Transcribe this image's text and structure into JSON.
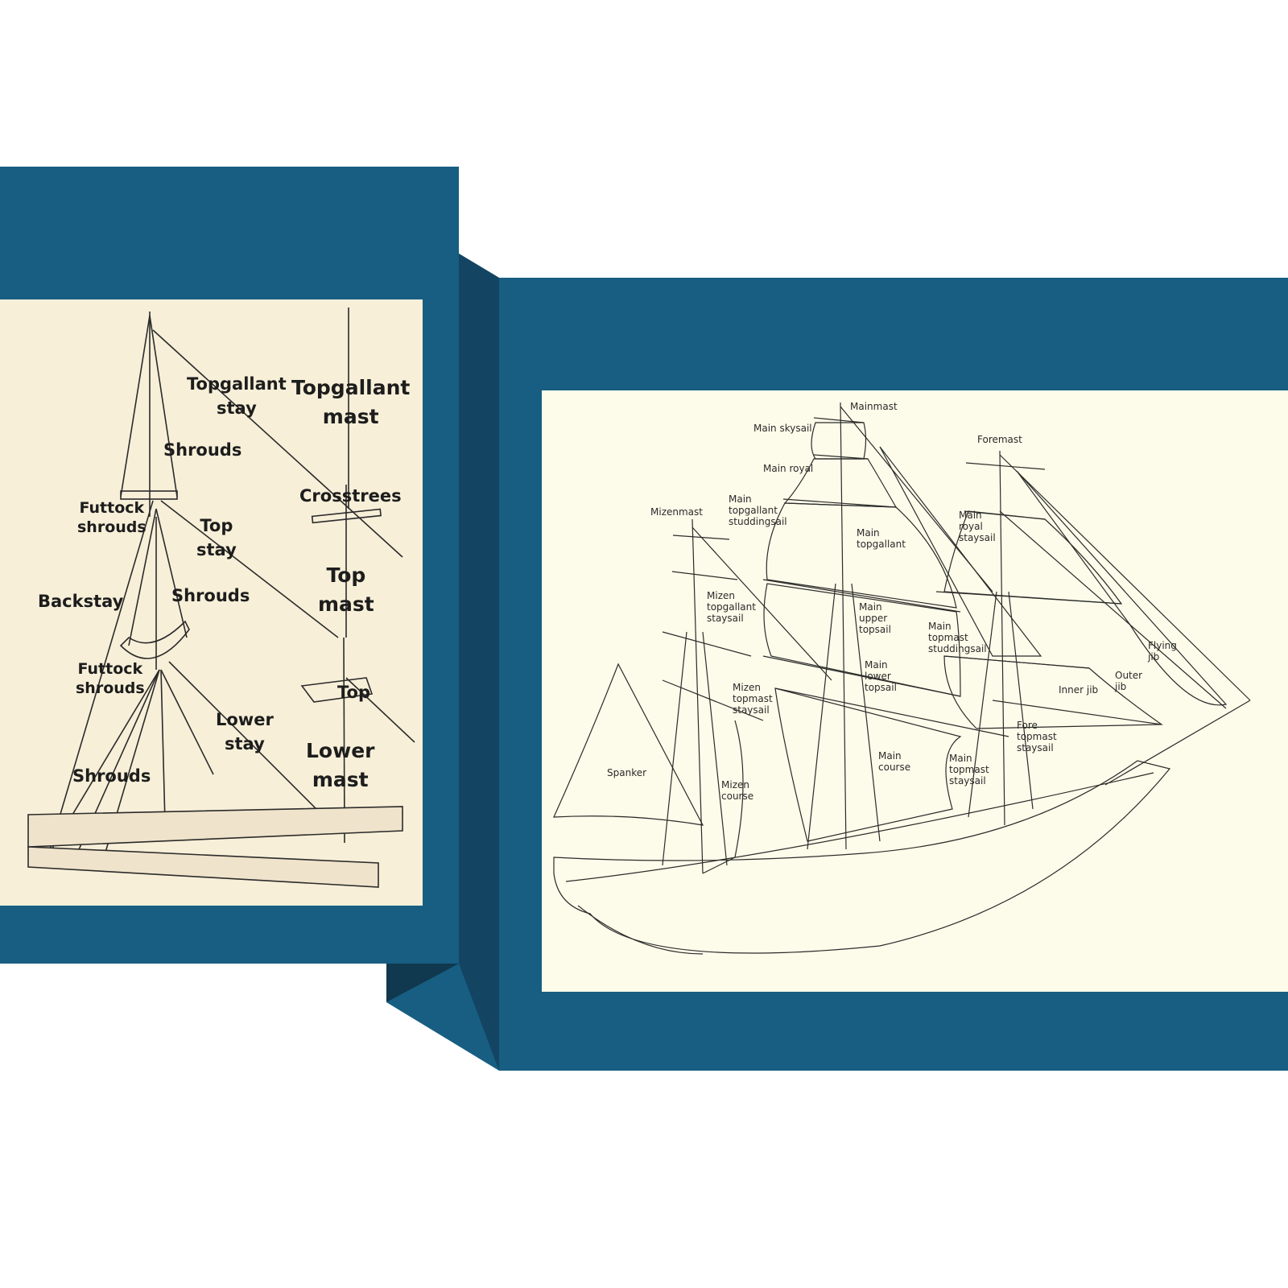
{
  "colors": {
    "frame_blue": "#175e82",
    "frame_shadow": "#134562",
    "left_paper": "#f7efd8",
    "right_paper": "#fdfcea",
    "ink": "#1d1d1d"
  },
  "left_diagram": {
    "labels": [
      {
        "id": "topgallant-stay",
        "text": "Topgallant\nstay"
      },
      {
        "id": "topgallant-mast",
        "text": "Topgallant\nmast"
      },
      {
        "id": "shrounds-upper",
        "text": "Shrouds"
      },
      {
        "id": "crosstrees",
        "text": "Crosstrees"
      },
      {
        "id": "futtock-shrouds-upper",
        "text": "Futtock\nshrouds"
      },
      {
        "id": "top-stay",
        "text": "Top\nstay"
      },
      {
        "id": "top-mast",
        "text": "Top\nmast"
      },
      {
        "id": "backstay",
        "text": "Backstay"
      },
      {
        "id": "shrouds-middle",
        "text": "Shrouds"
      },
      {
        "id": "futtock-shrouds-lower",
        "text": "Futtock\nshrouds"
      },
      {
        "id": "top",
        "text": "Top"
      },
      {
        "id": "lower-stay",
        "text": "Lower\nstay"
      },
      {
        "id": "lower-mast",
        "text": "Lower\nmast"
      },
      {
        "id": "shrouds-lower",
        "text": "Shrouds"
      }
    ]
  },
  "right_diagram": {
    "labels": [
      {
        "id": "mainmast",
        "text": "Mainmast"
      },
      {
        "id": "main-skysail",
        "text": "Main skysail"
      },
      {
        "id": "foremast",
        "text": "Foremast"
      },
      {
        "id": "main-royal",
        "text": "Main royal"
      },
      {
        "id": "main-topgallant-studdingsail",
        "text": "Main\ntopgallant\nstuddingsail"
      },
      {
        "id": "mizenmast",
        "text": "Mizenmast"
      },
      {
        "id": "main-royal-staysail",
        "text": "Main\nroyal\nstaysail"
      },
      {
        "id": "main-topgallant",
        "text": "Main\ntopgallant"
      },
      {
        "id": "mizen-topgallant-staysail",
        "text": "Mizen\ntopgallant\nstaysail"
      },
      {
        "id": "main-upper-topsail",
        "text": "Main\nupper\ntopsail"
      },
      {
        "id": "main-topmast-studdingsail",
        "text": "Main\ntopmast\nstuddingsail"
      },
      {
        "id": "flying-jib",
        "text": "Flying\njib"
      },
      {
        "id": "main-lower-topsail",
        "text": "Main\nlower\ntopsail"
      },
      {
        "id": "outer-jib",
        "text": "Outer\njib"
      },
      {
        "id": "mizen-topmast-staysail",
        "text": "Mizen\ntopmast\nstaysail"
      },
      {
        "id": "inner-jib",
        "text": "Inner jib"
      },
      {
        "id": "fore-topmast-staysail",
        "text": "Fore\ntopmast\nstaysail"
      },
      {
        "id": "main-course",
        "text": "Main\ncourse"
      },
      {
        "id": "main-topmast-staysail",
        "text": "Main\ntopmast\nstaysail"
      },
      {
        "id": "spanker",
        "text": "Spanker"
      },
      {
        "id": "mizen-course",
        "text": "Mizen\ncourse"
      }
    ]
  }
}
